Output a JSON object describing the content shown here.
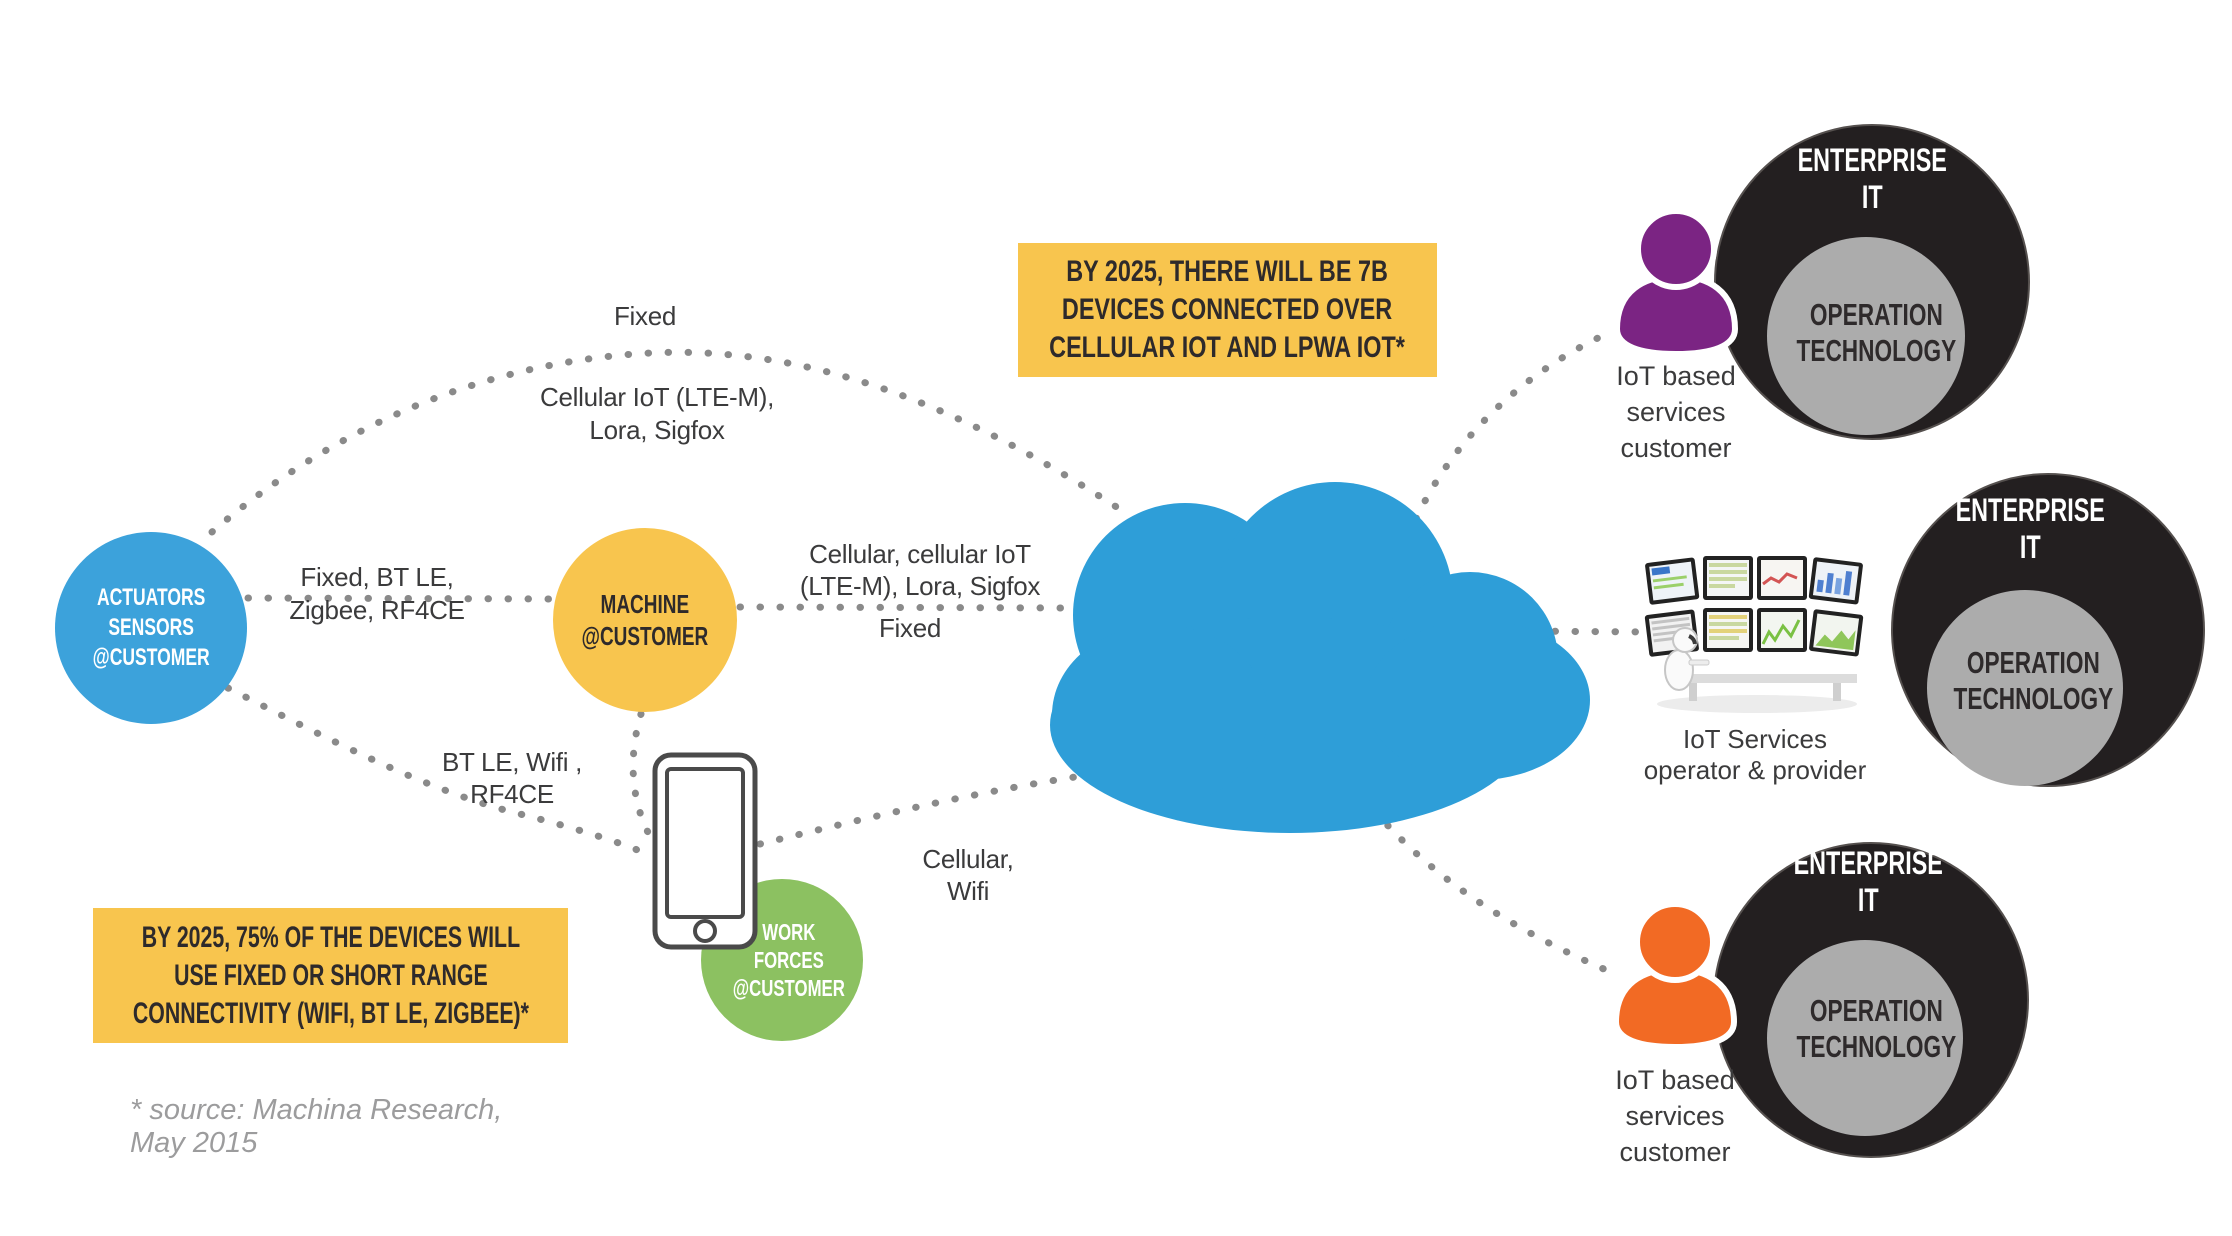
{
  "palette": {
    "blue": "#3CA2DB",
    "cloud": "#2E9ED8",
    "yellow": "#F8C54E",
    "green": "#8CC161",
    "dark": "#231F20",
    "gray": "#ACACAC",
    "purple": "#7B2483",
    "orange": "#F26A24",
    "dot": "#8A8A8A",
    "ink": "#2E2A2B",
    "label": "#3B3B3C",
    "muted": "#9C9C9D"
  },
  "nodes": {
    "actuators": {
      "l1": "ACTUATORS",
      "l2": "SENSORS",
      "l3": "@CUSTOMER"
    },
    "machine": {
      "l1": "MACHINE",
      "l2": "@CUSTOMER"
    },
    "workforces": {
      "l1": "WORK",
      "l2": "FORCES",
      "l3": "@CUSTOMER"
    }
  },
  "links": {
    "actuators_cloud": {
      "above": "Fixed",
      "below_l1": "Cellular IoT (LTE-M),",
      "below_l2": "Lora, Sigfox"
    },
    "actuators_machine": {
      "l1": "Fixed, BT LE,",
      "l2": "Zigbee, RF4CE"
    },
    "machine_cloud": {
      "above_l1": "Cellular, cellular IoT",
      "above_l2": "(LTE-M), Lora, Sigfox",
      "below": "Fixed"
    },
    "actuators_workforces": {
      "l1": "BT LE, Wifi ,",
      "l2": "RF4CE"
    },
    "workforces_cloud": {
      "l1": "Cellular,",
      "l2": "Wifi"
    }
  },
  "callouts": {
    "top": {
      "l1": "BY 2025, THERE WILL BE 7B",
      "l2": "DEVICES CONNECTED OVER",
      "l3": "CELLULAR IOT AND LPWA IOT*"
    },
    "bottom": {
      "l1": "BY 2025, 75% OF THE DEVICES WILL",
      "l2": "USE FIXED OR SHORT RANGE",
      "l3": "CONNECTIVITY (WIFI, BT LE, ZIGBEE)*"
    }
  },
  "source_note": "* source: Machina Research, May 2015",
  "enterprise": {
    "l1": "ENTERPRISE",
    "l2": "IT",
    "inner_l1": "OPERATION",
    "inner_l2": "TECHNOLOGY"
  },
  "actors": {
    "customer_top": {
      "l1": "IoT based",
      "l2": "services",
      "l3": "customer"
    },
    "operator": {
      "l1": "IoT Services",
      "l2": "operator & provider"
    },
    "customer_bottom": {
      "l1": "IoT based",
      "l2": "services",
      "l3": "customer"
    }
  }
}
